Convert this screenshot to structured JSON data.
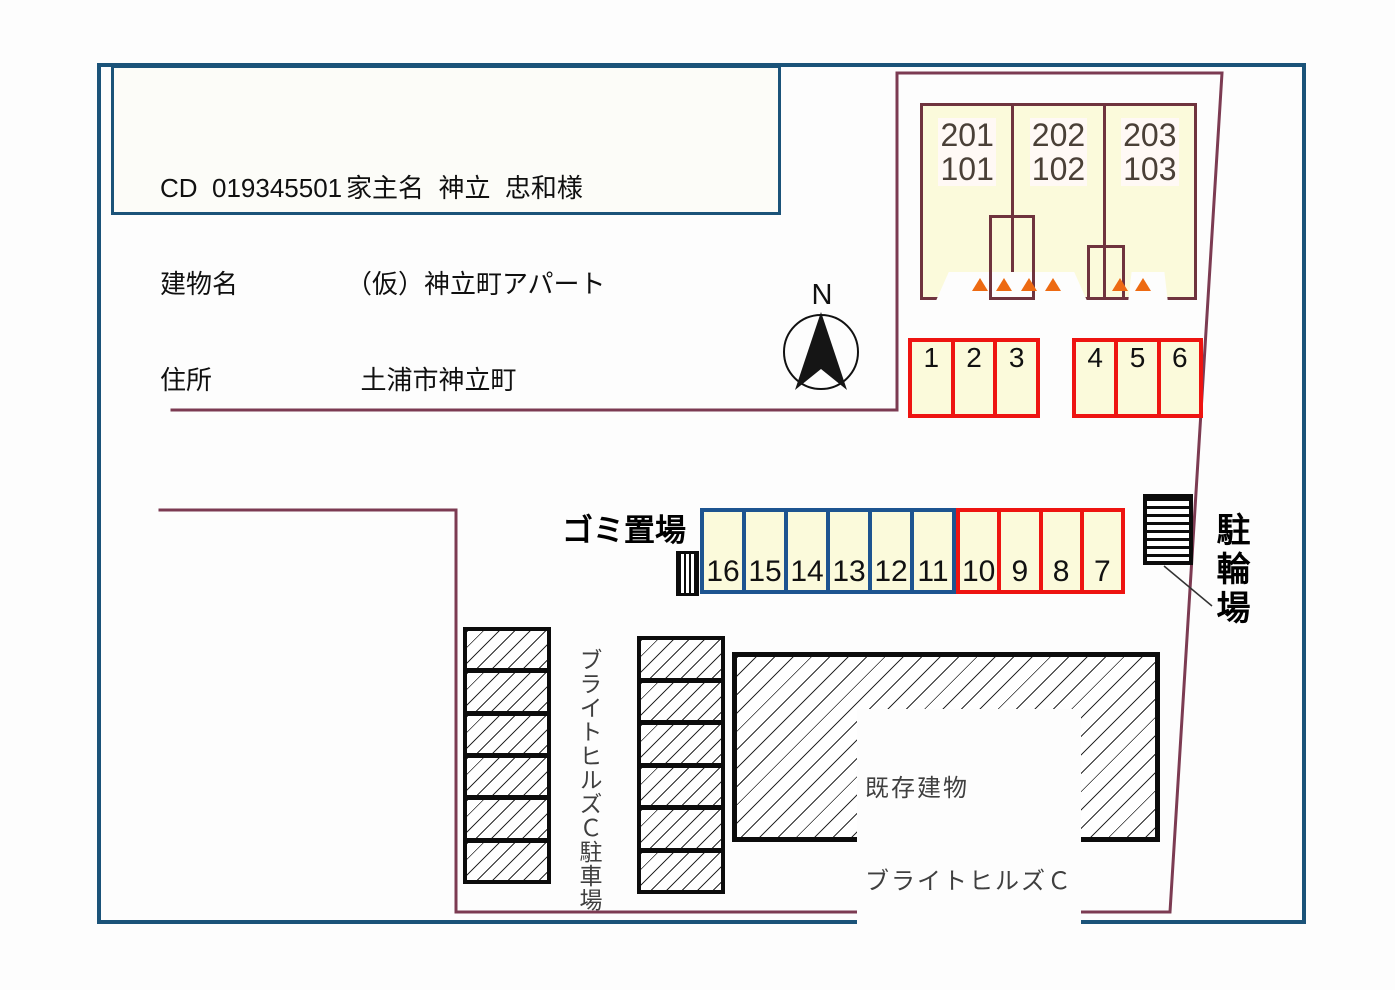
{
  "info_box": {
    "left_lines": [
      "CD  019345501",
      "建物名",
      "住所"
    ],
    "right_lines": [
      "家主名  神立  忠和様",
      "（仮）神立町アパート",
      "  土浦市神立町"
    ]
  },
  "compass": {
    "label": "N"
  },
  "building": {
    "units": [
      {
        "upper": "201",
        "lower": "101"
      },
      {
        "upper": "202",
        "lower": "102"
      },
      {
        "upper": "203",
        "lower": "103"
      }
    ]
  },
  "parking": {
    "top_group_a": [
      "1",
      "2",
      "3"
    ],
    "top_group_b": [
      "4",
      "5",
      "6"
    ],
    "mid_blue": [
      "16",
      "15",
      "14",
      "13",
      "12",
      "11"
    ],
    "mid_red": [
      "10",
      "9",
      "8",
      "7"
    ]
  },
  "labels": {
    "garbage": "ゴミ置場",
    "bicycle": "駐輪場",
    "hills_parking": "ブライトヒルズＣ駐車場",
    "existing_line1": "既存建物",
    "existing_line2": "ブライトヒルズＣ"
  },
  "colors": {
    "outer_border": "#1B5379",
    "boundary": "#7C3B52",
    "building_outline": "#6F333E",
    "fill_cream": "#FBFADB",
    "stall_red": "#EE1411",
    "stall_blue": "#1D5490",
    "marker_orange": "#ED6A12"
  }
}
